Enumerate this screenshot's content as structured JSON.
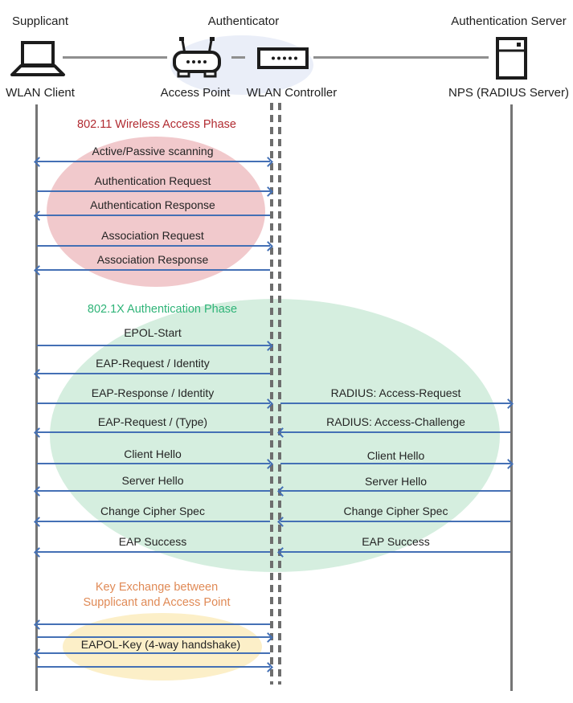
{
  "actors": {
    "roles": [
      {
        "label": "Supplicant"
      },
      {
        "label": "Authenticator"
      },
      {
        "label": "Authentication Server"
      }
    ],
    "devices": [
      {
        "label": "WLAN Client",
        "icon": "laptop-icon"
      },
      {
        "label": "Access Point",
        "icon": "access-point-icon"
      },
      {
        "label": "WLAN Controller",
        "icon": "wlan-controller-icon"
      },
      {
        "label": "NPS (RADIUS Server)",
        "icon": "server-icon"
      }
    ]
  },
  "phases": [
    {
      "title": "802.11 Wireless Access Phase",
      "title_color": "#B12B31",
      "ellipse_color": "#F1C9CC"
    },
    {
      "title": "802.1X Authentication Phase",
      "title_color": "#2FB478",
      "ellipse_color": "#D5EEDF"
    },
    {
      "title_line1": "Key Exchange between",
      "title_line2": "Supplicant and Access Point",
      "title_color": "#E08A56",
      "ellipse_color": "#FCEFC8"
    }
  ],
  "messages": {
    "phase1": [
      {
        "label": "Active/Passive scanning",
        "direction": "both"
      },
      {
        "label": "Authentication Request",
        "direction": "right"
      },
      {
        "label": "Authentication Response",
        "direction": "left"
      },
      {
        "label": "Association Request",
        "direction": "right"
      },
      {
        "label": "Association Response",
        "direction": "left"
      }
    ],
    "phase2_left": [
      {
        "label": "EPOL-Start",
        "direction": "right"
      },
      {
        "label": "EAP-Request / Identity",
        "direction": "left"
      },
      {
        "label": "EAP-Response / Identity",
        "direction": "right"
      },
      {
        "label": "EAP-Request / (Type)",
        "direction": "left"
      },
      {
        "label": "Client Hello",
        "direction": "right"
      },
      {
        "label": "Server Hello",
        "direction": "left"
      },
      {
        "label": "Change Cipher Spec",
        "direction": "left"
      },
      {
        "label": "EAP Success",
        "direction": "left"
      }
    ],
    "phase2_right": [
      {
        "label": "RADIUS: Access-Request",
        "direction": "right"
      },
      {
        "label": "RADIUS: Access-Challenge",
        "direction": "left"
      },
      {
        "label": "Client Hello",
        "direction": "right"
      },
      {
        "label": "Server Hello",
        "direction": "left"
      },
      {
        "label": "Change Cipher Spec",
        "direction": "left"
      },
      {
        "label": "EAP Success",
        "direction": "left"
      }
    ],
    "phase3": {
      "label": "EAPOL-Key (4-way handshake)",
      "arrow_directions": [
        "left",
        "right",
        "left",
        "right"
      ]
    }
  },
  "colors": {
    "arrow": "#4470B5",
    "lifeline": "#757575",
    "dashed_lifeline": "#6E6E6E",
    "authenticator_highlight": "#EAEEF8"
  }
}
